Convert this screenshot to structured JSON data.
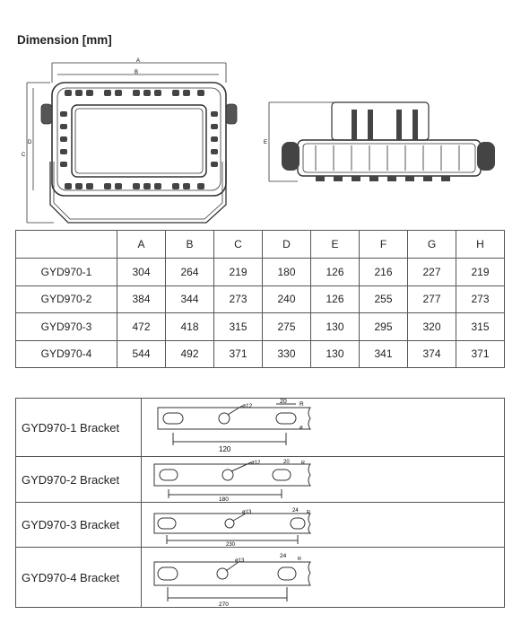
{
  "heading": "Dimension [mm]",
  "drawing_labels": {
    "A": "A",
    "B": "B",
    "C": "C",
    "D": "D",
    "E": "E"
  },
  "dimensions": {
    "columns": [
      "A",
      "B",
      "C",
      "D",
      "E",
      "F",
      "G",
      "H"
    ],
    "rows": [
      {
        "model": "GYD970-1",
        "values": [
          "304",
          "264",
          "219",
          "180",
          "126",
          "216",
          "227",
          "219"
        ]
      },
      {
        "model": "GYD970-2",
        "values": [
          "384",
          "344",
          "273",
          "240",
          "126",
          "255",
          "277",
          "273"
        ]
      },
      {
        "model": "GYD970-3",
        "values": [
          "472",
          "418",
          "315",
          "275",
          "130",
          "295",
          "320",
          "315"
        ]
      },
      {
        "model": "GYD970-4",
        "values": [
          "544",
          "492",
          "371",
          "330",
          "130",
          "341",
          "374",
          "371"
        ]
      }
    ]
  },
  "brackets": [
    {
      "label": "GYD970-1 Bracket",
      "hole": "ø12",
      "slot": "20",
      "radius": "R",
      "length": "120",
      "slot_h": "ø"
    },
    {
      "label": "GYD970-2 Bracket",
      "hole": "ø12",
      "slot": "20",
      "radius": "R",
      "length": "180",
      "slot_h": ""
    },
    {
      "label": "GYD970-3 Bracket",
      "hole": "ø13",
      "slot": "24",
      "radius": "R",
      "length": "230",
      "slot_h": ""
    },
    {
      "label": "GYD970-4 Bracket",
      "hole": "ø13",
      "slot": "24",
      "radius": "R",
      "length": "270",
      "slot_h": ""
    }
  ]
}
